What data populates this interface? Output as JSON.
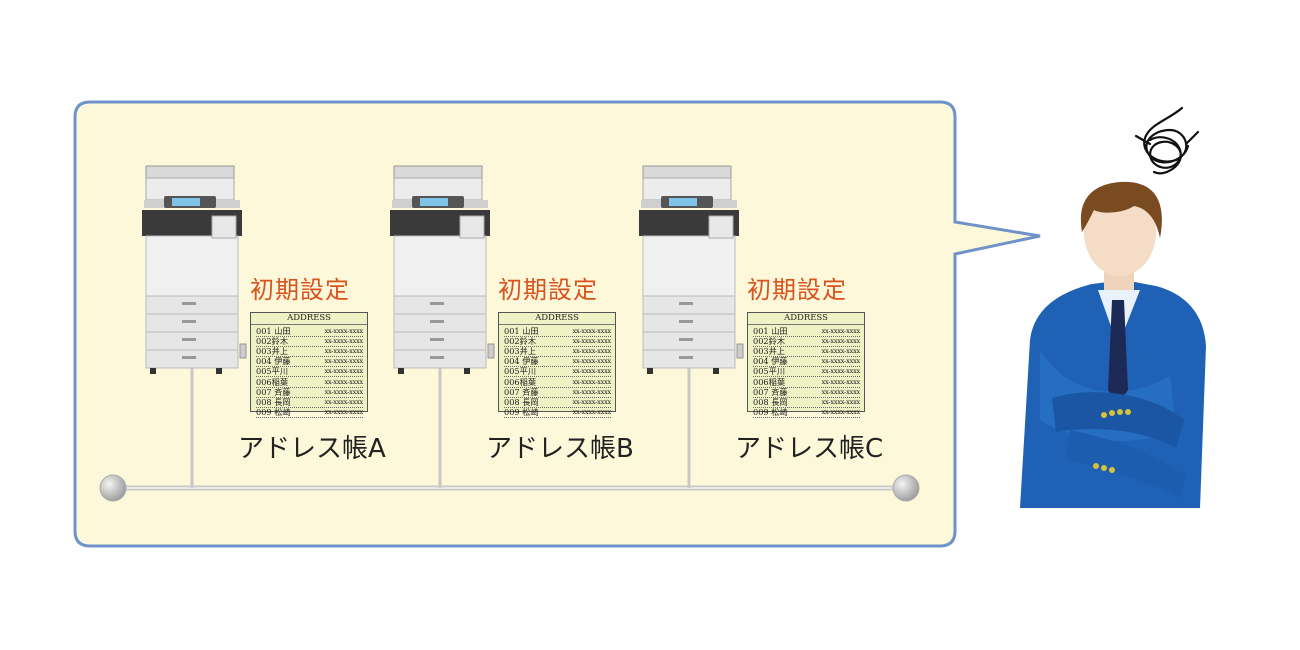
{
  "units": [
    {
      "initial_label": "初期設定",
      "address_title": "ADDRESS",
      "entries": [
        {
          "num": "001 山田",
          "tel": "xx-xxxx-xxxx"
        },
        {
          "num": "002鈴木",
          "tel": "xx-xxxx-xxxx"
        },
        {
          "num": "003井上",
          "tel": "xx-xxxx-xxxx"
        },
        {
          "num": "004 伊藤",
          "tel": "xx-xxxx-xxxx"
        },
        {
          "num": "005平川",
          "tel": "xx-xxxx-xxxx"
        },
        {
          "num": "006稲葉",
          "tel": "xx-xxxx-xxxx"
        },
        {
          "num": "007 斉藤",
          "tel": "xx-xxxx-xxxx"
        },
        {
          "num": "008 長岡",
          "tel": "xx-xxxx-xxxx"
        },
        {
          "num": "009 松崎",
          "tel": "xx-xxxx-xxxx"
        }
      ],
      "book_label": "アドレス帳A"
    },
    {
      "initial_label": "初期設定",
      "address_title": "ADDRESS",
      "entries": [
        {
          "num": "001 山田",
          "tel": "xx-xxxx-xxxx"
        },
        {
          "num": "002鈴木",
          "tel": "xx-xxxx-xxxx"
        },
        {
          "num": "003井上",
          "tel": "xx-xxxx-xxxx"
        },
        {
          "num": "004 伊藤",
          "tel": "xx-xxxx-xxxx"
        },
        {
          "num": "005平川",
          "tel": "xx-xxxx-xxxx"
        },
        {
          "num": "006稲葉",
          "tel": "xx-xxxx-xxxx"
        },
        {
          "num": "007 斉藤",
          "tel": "xx-xxxx-xxxx"
        },
        {
          "num": "008 長岡",
          "tel": "xx-xxxx-xxxx"
        },
        {
          "num": "009 松崎",
          "tel": "xx-xxxx-xxxx"
        }
      ],
      "book_label": "アドレス帳B"
    },
    {
      "initial_label": "初期設定",
      "address_title": "ADDRESS",
      "entries": [
        {
          "num": "001 山田",
          "tel": "xx-xxxx-xxxx"
        },
        {
          "num": "002鈴木",
          "tel": "xx-xxxx-xxxx"
        },
        {
          "num": "003井上",
          "tel": "xx-xxxx-xxxx"
        },
        {
          "num": "004 伊藤",
          "tel": "xx-xxxx-xxxx"
        },
        {
          "num": "005平川",
          "tel": "xx-xxxx-xxxx"
        },
        {
          "num": "006稲葉",
          "tel": "xx-xxxx-xxxx"
        },
        {
          "num": "007 斉藤",
          "tel": "xx-xxxx-xxxx"
        },
        {
          "num": "008 長岡",
          "tel": "xx-xxxx-xxxx"
        },
        {
          "num": "009 松崎",
          "tel": "xx-xxxx-xxxx"
        }
      ],
      "book_label": "アドレス帳C"
    }
  ],
  "colors": {
    "bubble_fill": "#fdf8d9",
    "bubble_stroke": "#6f93c9",
    "initial_label": "#d9531e",
    "address_card": "#eef2c4",
    "suit": "#1f62b5",
    "hair": "#7a4a20"
  },
  "icons": {
    "printer": "multifunction-printer-icon",
    "network": "network-line",
    "person": "confused-businessman-icon",
    "scribble": "frustration-scribble-icon"
  }
}
